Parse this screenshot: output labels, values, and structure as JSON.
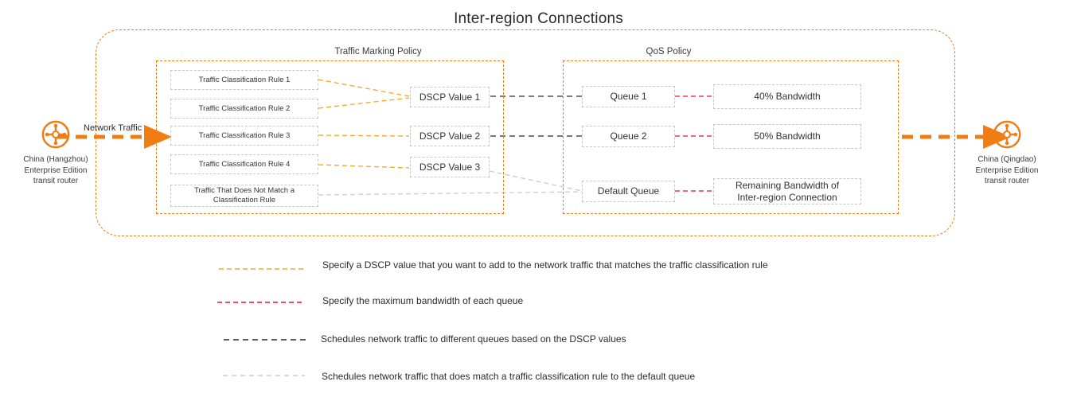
{
  "title": "Inter-region Connections",
  "nodes": {
    "source": {
      "icon": "transit-router-icon",
      "label_lines": [
        "China (Hangzhou)",
        "Enterprise Edition",
        "transit router"
      ]
    },
    "destination": {
      "icon": "transit-router-icon",
      "label_lines": [
        "China (Qingdao)",
        "Enterprise Edition",
        "transit router"
      ]
    },
    "flow_label": "Network Traffic"
  },
  "traffic_marking_policy": {
    "caption": "Traffic Marking Policy",
    "rules": [
      "Traffic Classification Rule 1",
      "Traffic Classification Rule 2",
      "Traffic Classification Rule 3",
      "Traffic Classification Rule 4"
    ],
    "default_rule_line1": "Traffic That Does Not Match a",
    "default_rule_line2": "Classification Rule",
    "dscp_values": [
      "DSCP Value 1",
      "DSCP Value 2",
      "DSCP Value 3"
    ]
  },
  "qos_policy": {
    "caption": "QoS Policy",
    "queues": [
      "Queue 1",
      "Queue 2",
      "Default Queue"
    ],
    "bandwidths": [
      {
        "line1": "40% Bandwidth",
        "line2": ""
      },
      {
        "line1": "50% Bandwidth",
        "line2": ""
      },
      {
        "line1": "Remaining Bandwidth of",
        "line2": "Inter-region Connection"
      }
    ]
  },
  "legend": [
    {
      "style": "orange-dashed",
      "color": "#f5a623",
      "text": "Specify a DSCP value that you want to add to the network traffic that matches the traffic classification rule"
    },
    {
      "style": "red-dashed",
      "color": "#e8112d",
      "text": "Specify the maximum bandwidth of each queue"
    },
    {
      "style": "black-dashed",
      "color": "#2b2b2b",
      "text": "Schedules network traffic to different queues based on the DSCP values"
    },
    {
      "style": "gray-dashed",
      "color": "#cccccc",
      "text": "Schedules network traffic that does match a traffic classification rule to the default queue"
    }
  ],
  "colors": {
    "brand_orange": "#f07c14",
    "marking_link": "#f5a623",
    "bandwidth_link": "#e8112d",
    "queue_link": "#2b2b2b",
    "default_link": "#cccccc",
    "box_border": "#c8c8c8",
    "text": "#333333"
  }
}
